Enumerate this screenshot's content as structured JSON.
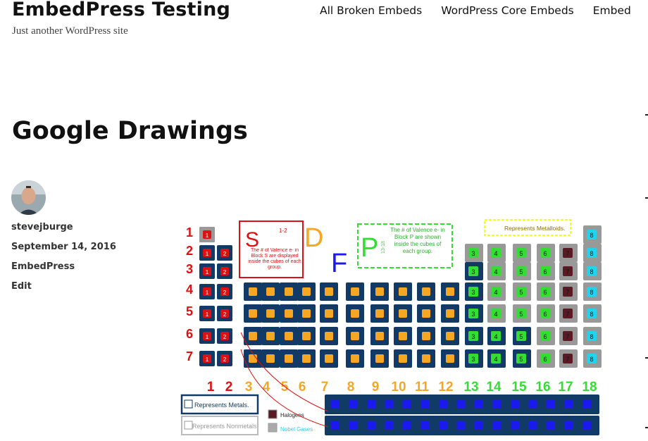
{
  "site": {
    "title": "EmbedPress Testing",
    "tagline": "Just another WordPress site"
  },
  "nav": {
    "items": [
      "All Broken Embeds",
      "WordPress Core Embeds",
      "Embed"
    ]
  },
  "post": {
    "title": "Google Drawings",
    "author": "stevejburge",
    "date": "September 14, 2016",
    "category": "EmbedPress",
    "edit_label": "Edit"
  },
  "drawing": {
    "block_s": "S",
    "block_s_range": "1-2",
    "block_s_note": "The # of Valence e- in Block S are displayed inside the cubes of each group.",
    "block_d": "D",
    "block_f": "F",
    "block_p": "P",
    "block_p_range": "13-18",
    "block_p_note": "The # of Valence e- in Block P are shown inside the cubes of each group.",
    "metalloids": "Represents Metalloids.",
    "metals": "Represents Metals.",
    "nonmetals": "Represents Nonmetals",
    "halogens": "Halogens",
    "noble_gases": "Nobel Gases",
    "periods": [
      "1",
      "2",
      "3",
      "4",
      "5",
      "6",
      "7"
    ],
    "groups": [
      "1",
      "2",
      "3",
      "4",
      "5",
      "6",
      "7",
      "8",
      "9",
      "10",
      "11",
      "12",
      "13",
      "14",
      "15",
      "16",
      "17",
      "18"
    ],
    "colors": {
      "s_block": "#dd1111",
      "d_block": "#f5a623",
      "p_block": "#33dd33",
      "metal": "#123a66",
      "nonmetal": "#999999",
      "noble": "#22d3ee",
      "f_block": "#1a1aee",
      "metalloid": "#eeff22"
    }
  }
}
